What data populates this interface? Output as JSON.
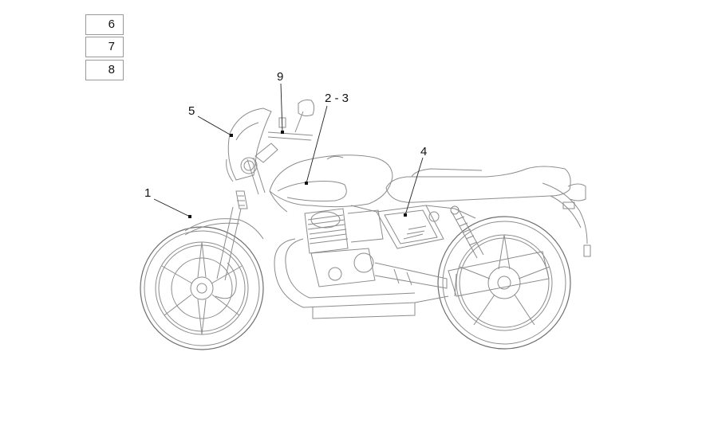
{
  "legend": {
    "boxes": [
      {
        "label": "6"
      },
      {
        "label": "7"
      },
      {
        "label": "8"
      }
    ]
  },
  "callouts": [
    {
      "id": "1",
      "label": "1"
    },
    {
      "id": "2-3",
      "label": "2 - 3"
    },
    {
      "id": "4",
      "label": "4"
    },
    {
      "id": "5",
      "label": "5"
    },
    {
      "id": "9",
      "label": "9"
    }
  ],
  "colors": {
    "line_art": "#8c8c8c",
    "leader": "#222222",
    "text": "#111111"
  }
}
